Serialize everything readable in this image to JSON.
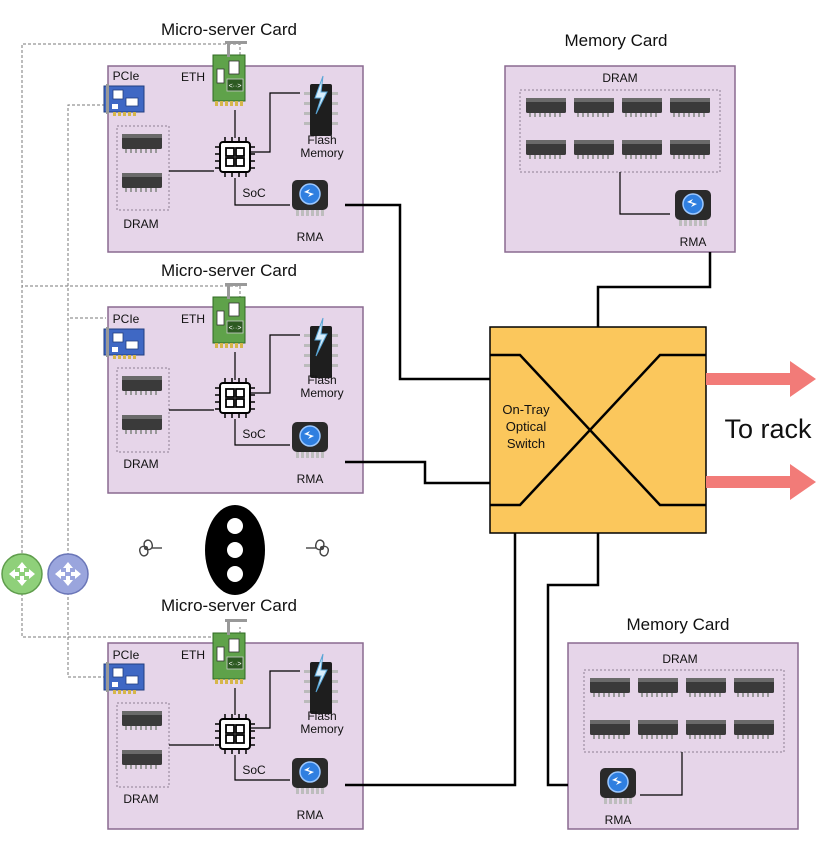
{
  "microserver_cards": [
    {
      "title": "Micro-server Card",
      "pcie": "PCIe",
      "eth": "ETH",
      "flash_line1": "Flash",
      "flash_line2": "Memory",
      "soc": "SoC",
      "dram": "DRAM",
      "rma": "RMA"
    },
    {
      "title": "Micro-server Card",
      "pcie": "PCIe",
      "eth": "ETH",
      "flash_line1": "Flash",
      "flash_line2": "Memory",
      "soc": "SoC",
      "dram": "DRAM",
      "rma": "RMA"
    },
    {
      "title": "Micro-server Card",
      "pcie": "PCIe",
      "eth": "ETH",
      "flash_line1": "Flash",
      "flash_line2": "Memory",
      "soc": "SoC",
      "dram": "DRAM",
      "rma": "RMA"
    }
  ],
  "memory_cards": [
    {
      "title": "Memory Card",
      "dram": "DRAM",
      "rma": "RMA"
    },
    {
      "title": "Memory Card",
      "dram": "DRAM",
      "rma": "RMA"
    }
  ],
  "switch": {
    "line1": "On-Tray",
    "line2": "Optical",
    "line3": "Switch"
  },
  "to_rack": "To rack",
  "icons": {
    "router_left": "router-icon",
    "router_right": "router-icon",
    "fan": "fan-icon",
    "ellipsis": "vertical-ellipsis-icon"
  },
  "colors": {
    "card_fill": "#e6d5e9",
    "switch_fill": "#fbc75c",
    "arrow": "#f27b78",
    "router_green": "#8fd07a",
    "router_blue": "#9aa5dd",
    "eth_card": "#5fa24a",
    "pcie_card": "#3f68c4"
  }
}
